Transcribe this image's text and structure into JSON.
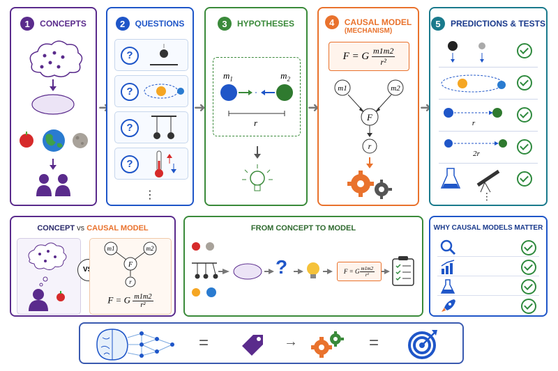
{
  "colors": {
    "concepts": "#5a2b8c",
    "questions": "#1f56c8",
    "hypotheses": "#3a8a3a",
    "causal": "#e9722d",
    "predictions": "#1a7a8c",
    "bottom": "#3a5ab0"
  },
  "panels": {
    "concepts": {
      "num": "1",
      "title": "CONCEPTS"
    },
    "questions": {
      "num": "2",
      "title": "QUESTIONS",
      "more": "⋮"
    },
    "hypotheses": {
      "num": "3",
      "title": "HYPOTHESES",
      "m1": "m",
      "m1_sub": "1",
      "m2": "m",
      "m2_sub": "2",
      "r": "r"
    },
    "causal": {
      "num": "4",
      "title": "CAUSAL MODEL",
      "subtitle": "(MECHANISM)",
      "formula_left": "F = G",
      "formula_num": "m1m2",
      "formula_den": "r²",
      "node_m1": "m1",
      "node_m2": "m2",
      "node_F": "F",
      "node_r": "r"
    },
    "predictions": {
      "num": "5",
      "title": "PREDICTIONS & TESTS",
      "label_r": "r",
      "label_2r": "2r",
      "more": "⋮"
    }
  },
  "bottom": {
    "compare": {
      "title_a": "CONCEPT",
      "title_vs": "vs",
      "title_b": "CAUSAL MODEL",
      "vs_label": "VS.",
      "formula_left": "F = G",
      "formula_num": "m1m2",
      "formula_den": "r²",
      "node_m1": "m1",
      "node_m2": "m2",
      "node_F": "F",
      "node_r": "r"
    },
    "flow": {
      "title": "FROM CONCEPT TO MODEL",
      "q": "?",
      "formula_left": "F = G",
      "formula_num": "m1m2",
      "formula_den": "r²"
    },
    "why": {
      "title": "WHY CAUSAL MODELS MATTER"
    },
    "equation": {
      "eq1": "=",
      "arrow": "→",
      "eq2": "="
    }
  }
}
